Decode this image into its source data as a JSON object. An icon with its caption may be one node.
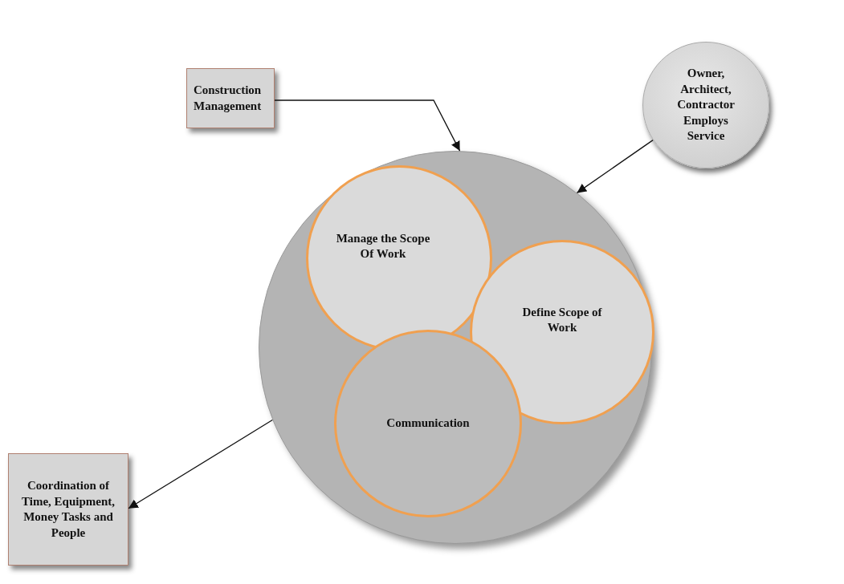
{
  "diagram": {
    "nodes": [
      {
        "text": [
          "Construction Management"
        ]
      },
      {
        "text": [
          "Owner, Architect, Contractor Employs Service"
        ]
      },
      {
        "text": [],
        "shape": "circle"
      },
      {
        "text": [
          "Manage the Scope Of Work"
        ],
        "in": 2
      },
      {
        "text": [
          "Define Scope of Work"
        ],
        "in": 2
      },
      {
        "text": [
          "Communication"
        ],
        "in": 2
      },
      {
        "text": [
          "Coordination of Time, Equipment, Money Tasks and People"
        ]
      }
    ],
    "edges": [
      {
        "from": 0,
        "to": 2,
        "arrow": "to"
      },
      {
        "from": 1,
        "to": 2,
        "arrow": "to"
      },
      {
        "from": 2,
        "to": 6,
        "arrow": "to"
      }
    ]
  }
}
